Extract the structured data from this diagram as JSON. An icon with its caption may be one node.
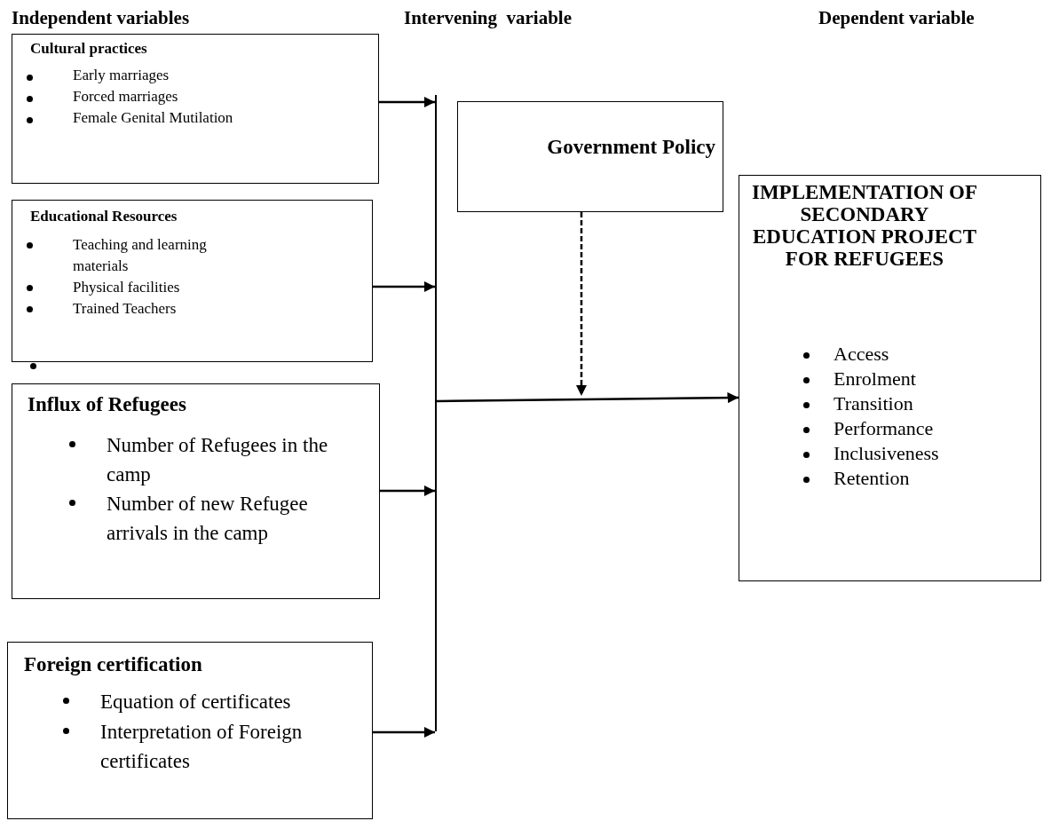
{
  "diagram": {
    "nodes": [
      {
        "text": [
          "Cultural practices",
          "Early marriages",
          "Forced marriages",
          "Female Genital Mutilation"
        ]
      },
      {
        "text": [
          "Educational Resources",
          "Teaching and learning materials",
          "Physical facilities",
          "Trained Teachers"
        ]
      },
      {
        "text": [
          "Influx of Refugees",
          "Number of Refugees in the camp",
          "Number of new Refugee arrivals in the camp"
        ]
      },
      {
        "text": [
          "Foreign certification",
          "Equation of certificates",
          "Interpretation of Foreign certificates"
        ]
      },
      {
        "text": [
          "Government Policy"
        ]
      },
      {
        "text": [
          "IMPLEMENTATION OF SECONDARY EDUCATION PROJECT FOR REFUGEES",
          "Access",
          "Enrolment",
          "Transition",
          "Performance",
          "Inclusiveness",
          "Retention"
        ]
      },
      {
        "text": [],
        "shape": "bar"
      }
    ],
    "edges": [
      {
        "from": 0,
        "to": 6,
        "arrow": "to"
      },
      {
        "from": 1,
        "to": 6,
        "arrow": "to"
      },
      {
        "from": 2,
        "to": 6,
        "arrow": "to"
      },
      {
        "from": 3,
        "to": 6,
        "arrow": "to"
      },
      {
        "from": 6,
        "to": 5,
        "arrow": "to"
      },
      {
        "from": 4,
        "to": null,
        "arrow": "to",
        "style": "dashed"
      }
    ],
    "labels": [
      "Independent variables",
      "Intervening  variable",
      "Dependent variable"
    ]
  }
}
